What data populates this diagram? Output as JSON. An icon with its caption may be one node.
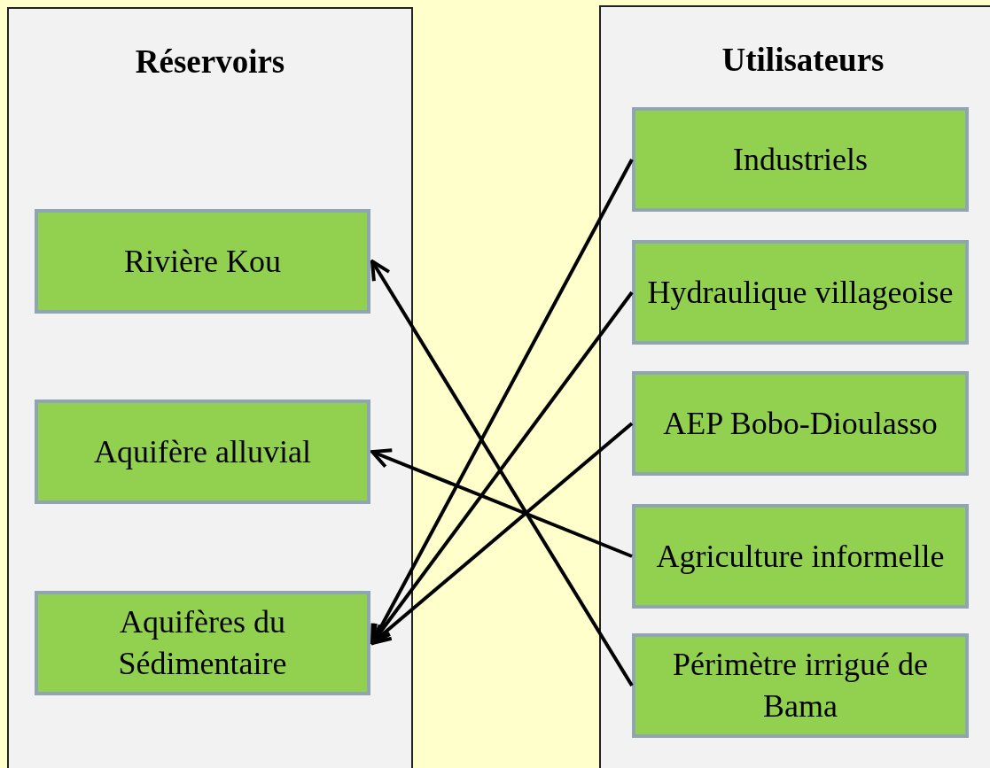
{
  "diagram": {
    "nodes": [
      {
        "text": [
          "Réservoirs"
        ]
      },
      {
        "text": [
          "Rivière Kou"
        ],
        "in": 0
      },
      {
        "text": [
          "Aquifère alluvial"
        ],
        "in": 0
      },
      {
        "text": [
          "Aquifères du Sédimentaire"
        ],
        "in": 0
      },
      {
        "text": [
          "Utilisateurs"
        ]
      },
      {
        "text": [
          "Industriels"
        ],
        "in": 4
      },
      {
        "text": [
          "Hydraulique villageoise"
        ],
        "in": 4
      },
      {
        "text": [
          "AEP Bobo-Dioulasso"
        ],
        "in": 4
      },
      {
        "text": [
          "Agriculture informelle"
        ],
        "in": 4
      },
      {
        "text": [
          "Périmètre irrigué de Bama"
        ],
        "in": 4
      }
    ],
    "edges": [
      {
        "from": 5,
        "to": 3,
        "arrow": "to"
      },
      {
        "from": 6,
        "to": 3,
        "arrow": "to"
      },
      {
        "from": 7,
        "to": 3,
        "arrow": "to"
      },
      {
        "from": 8,
        "to": 2,
        "arrow": "to"
      },
      {
        "from": 9,
        "to": 1,
        "arrow": "to"
      }
    ]
  }
}
